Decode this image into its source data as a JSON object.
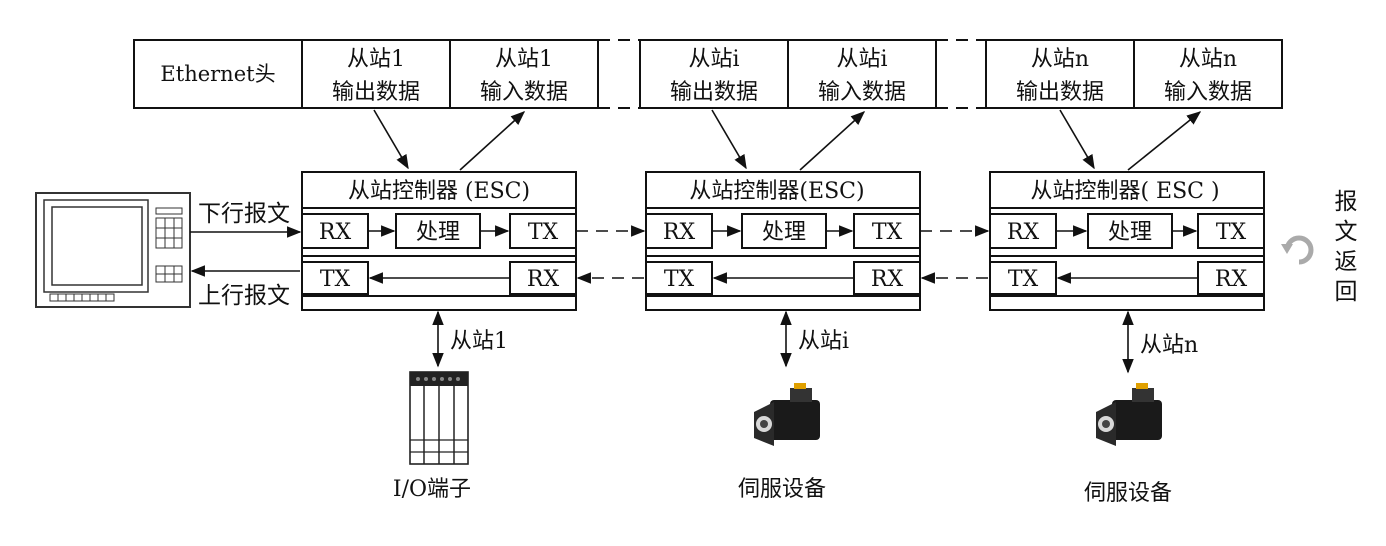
{
  "frame": {
    "header": "Ethernet头",
    "cells": [
      {
        "line1": "从站1",
        "line2": "输出数据"
      },
      {
        "line1": "从站1",
        "line2": "输入数据"
      },
      {
        "line1": "从站i",
        "line2": "输出数据"
      },
      {
        "line1": "从站i",
        "line2": "输入数据"
      },
      {
        "line1": "从站n",
        "line2": "输出数据"
      },
      {
        "line1": "从站n",
        "line2": "输入数据"
      }
    ]
  },
  "master": {
    "downlink_label": "下行报文",
    "uplink_label": "上行报文"
  },
  "esc": [
    {
      "title": "从站控制器  (ESC)",
      "process": "处理",
      "rx": "RX",
      "tx": "TX",
      "tx_return": "TX",
      "rx_return": "RX"
    },
    {
      "title": "从站控制器(ESC)",
      "process": "处理",
      "rx": "RX",
      "tx": "TX",
      "tx_return": "TX",
      "rx_return": "RX"
    },
    {
      "title": "从站控制器( ESC )",
      "process": "处理",
      "rx": "RX",
      "tx": "TX",
      "tx_return": "TX",
      "rx_return": "RX"
    }
  ],
  "slave_links": [
    "从站1",
    "从站i",
    "从站n"
  ],
  "devices": [
    "I/O端子",
    "伺服设备",
    "伺服设备"
  ],
  "return_label": [
    "报",
    "文",
    "返",
    "回"
  ]
}
